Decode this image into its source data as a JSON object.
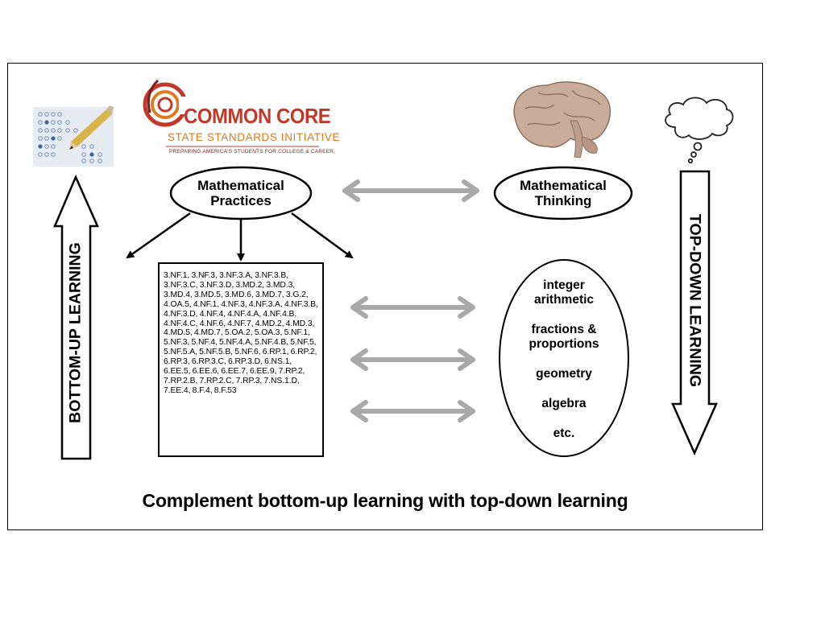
{
  "logo": {
    "title": "COMMON CORE",
    "subtitle": "STATE STANDARDS INITIATIVE",
    "tagline": "PREPARING AMERICA'S STUDENTS FOR COLLEGE & CAREER",
    "colors": {
      "red": "#c0392b",
      "orange": "#e07a1f",
      "maroon": "#7a1f1f"
    }
  },
  "nodes": {
    "practices": {
      "line1": "Mathematical",
      "line2": "Practices"
    },
    "thinking": {
      "line1": "Mathematical",
      "line2": "Thinking"
    }
  },
  "standards_text": "3.NF.1, 3.NF.3, 3.NF.3.A, 3.NF.3.B, 3.NF.3.C, 3.NF.3.D, 3.MD.2, 3.MD.3, 3.MD.4, 3.MD.5, 3.MD.6, 3.MD.7, 3.G.2, 4.OA.5, 4.NF.1, 4.NF.3, 4.NF.3.A, 4.NF.3.B, 4.NF.3.D, 4.NF.4, 4.NF.4.A, 4.NF.4.B, 4.NF.4.C, 4.NF.6, 4.NF.7, 4.MD.2, 4.MD.3, 4.MD.5, 4.MD.7, 5.OA.2, 5.OA.3, 5.NF.1, 5.NF.3, 5.NF.4, 5.NF.4.A, 5.NF.4.B, 5.NF.5, 5.NF.5.A, 5.NF.5.B, 5.NF.6, 6.RP.1, 6.RP.2, 6.RP.3, 6.RP.3.C, 6.RP.3.D, 6.NS.1, 6.EE.5, 6.EE.6, 6.EE.7, 6.EE.9, 7.RP.2, 7.RP.2.B, 7.RP.2.C, 7.RP.3, 7.NS.1.D, 7.EE.4, 8.F.4, 8.F.53",
  "topics": {
    "t1a": "integer",
    "t1b": "arithmetic",
    "t2a": "fractions &",
    "t2b": "proportions",
    "t3": "geometry",
    "t4": "algebra",
    "t5": "etc."
  },
  "labels": {
    "bottom_up": "BOTTOM-UP LEARNING",
    "top_down": "TOP-DOWN LEARNING"
  },
  "caption": "Complement bottom-up learning with top-down learning",
  "icons": [
    "pencil-test-sheet-icon",
    "brain-icon",
    "thought-cloud-icon"
  ],
  "colors": {
    "arrow_gray": "#a9a9a9",
    "stroke": "#000000"
  }
}
